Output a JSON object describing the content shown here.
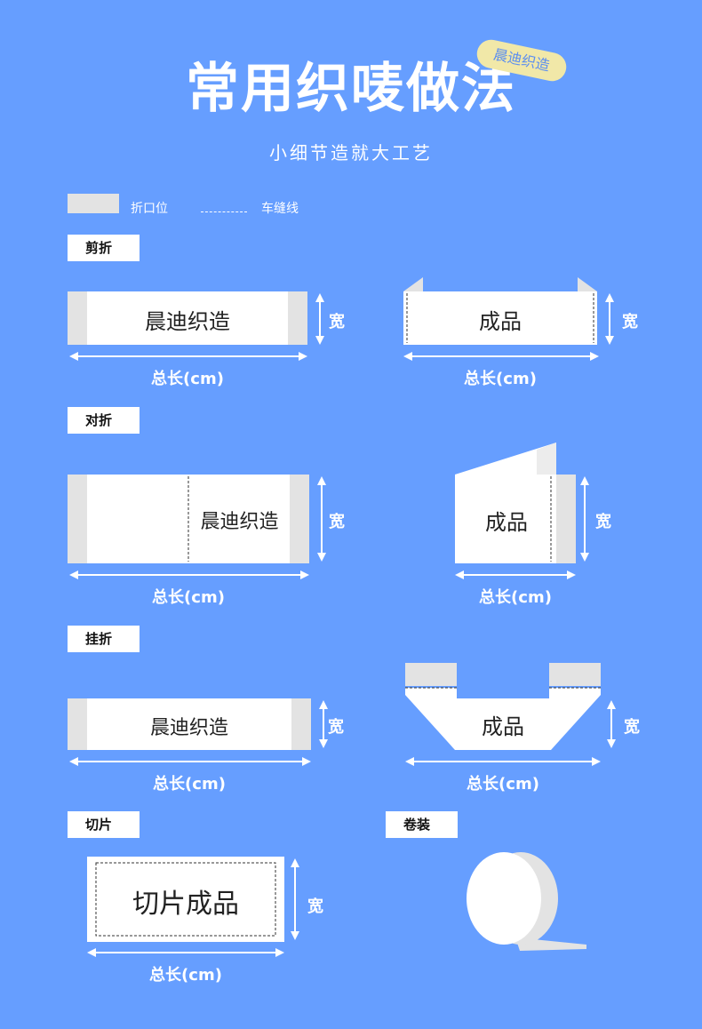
{
  "header": {
    "title": "常用织唛做法",
    "badge": "晨迪织造",
    "subtitle": "小细节造就大工艺"
  },
  "legend": {
    "fold_label": "折口位",
    "stitch_label": "车缝线"
  },
  "sections": {
    "cut_fold": {
      "tag": "剪折"
    },
    "center_fold": {
      "tag": "对折"
    },
    "hang_fold": {
      "tag": "挂折"
    },
    "cut_piece": {
      "tag": "切片"
    },
    "roll": {
      "tag": "卷装"
    }
  },
  "labels": {
    "brand": "晨迪织造",
    "product": "成品",
    "cut_product": "切片成品",
    "length": "总长(cm)",
    "width": "宽"
  },
  "colors": {
    "background": "#669eff",
    "label_white": "#ffffff",
    "fold_gray": "#e3e3e3",
    "badge_yellow": "#f1e8a8"
  }
}
